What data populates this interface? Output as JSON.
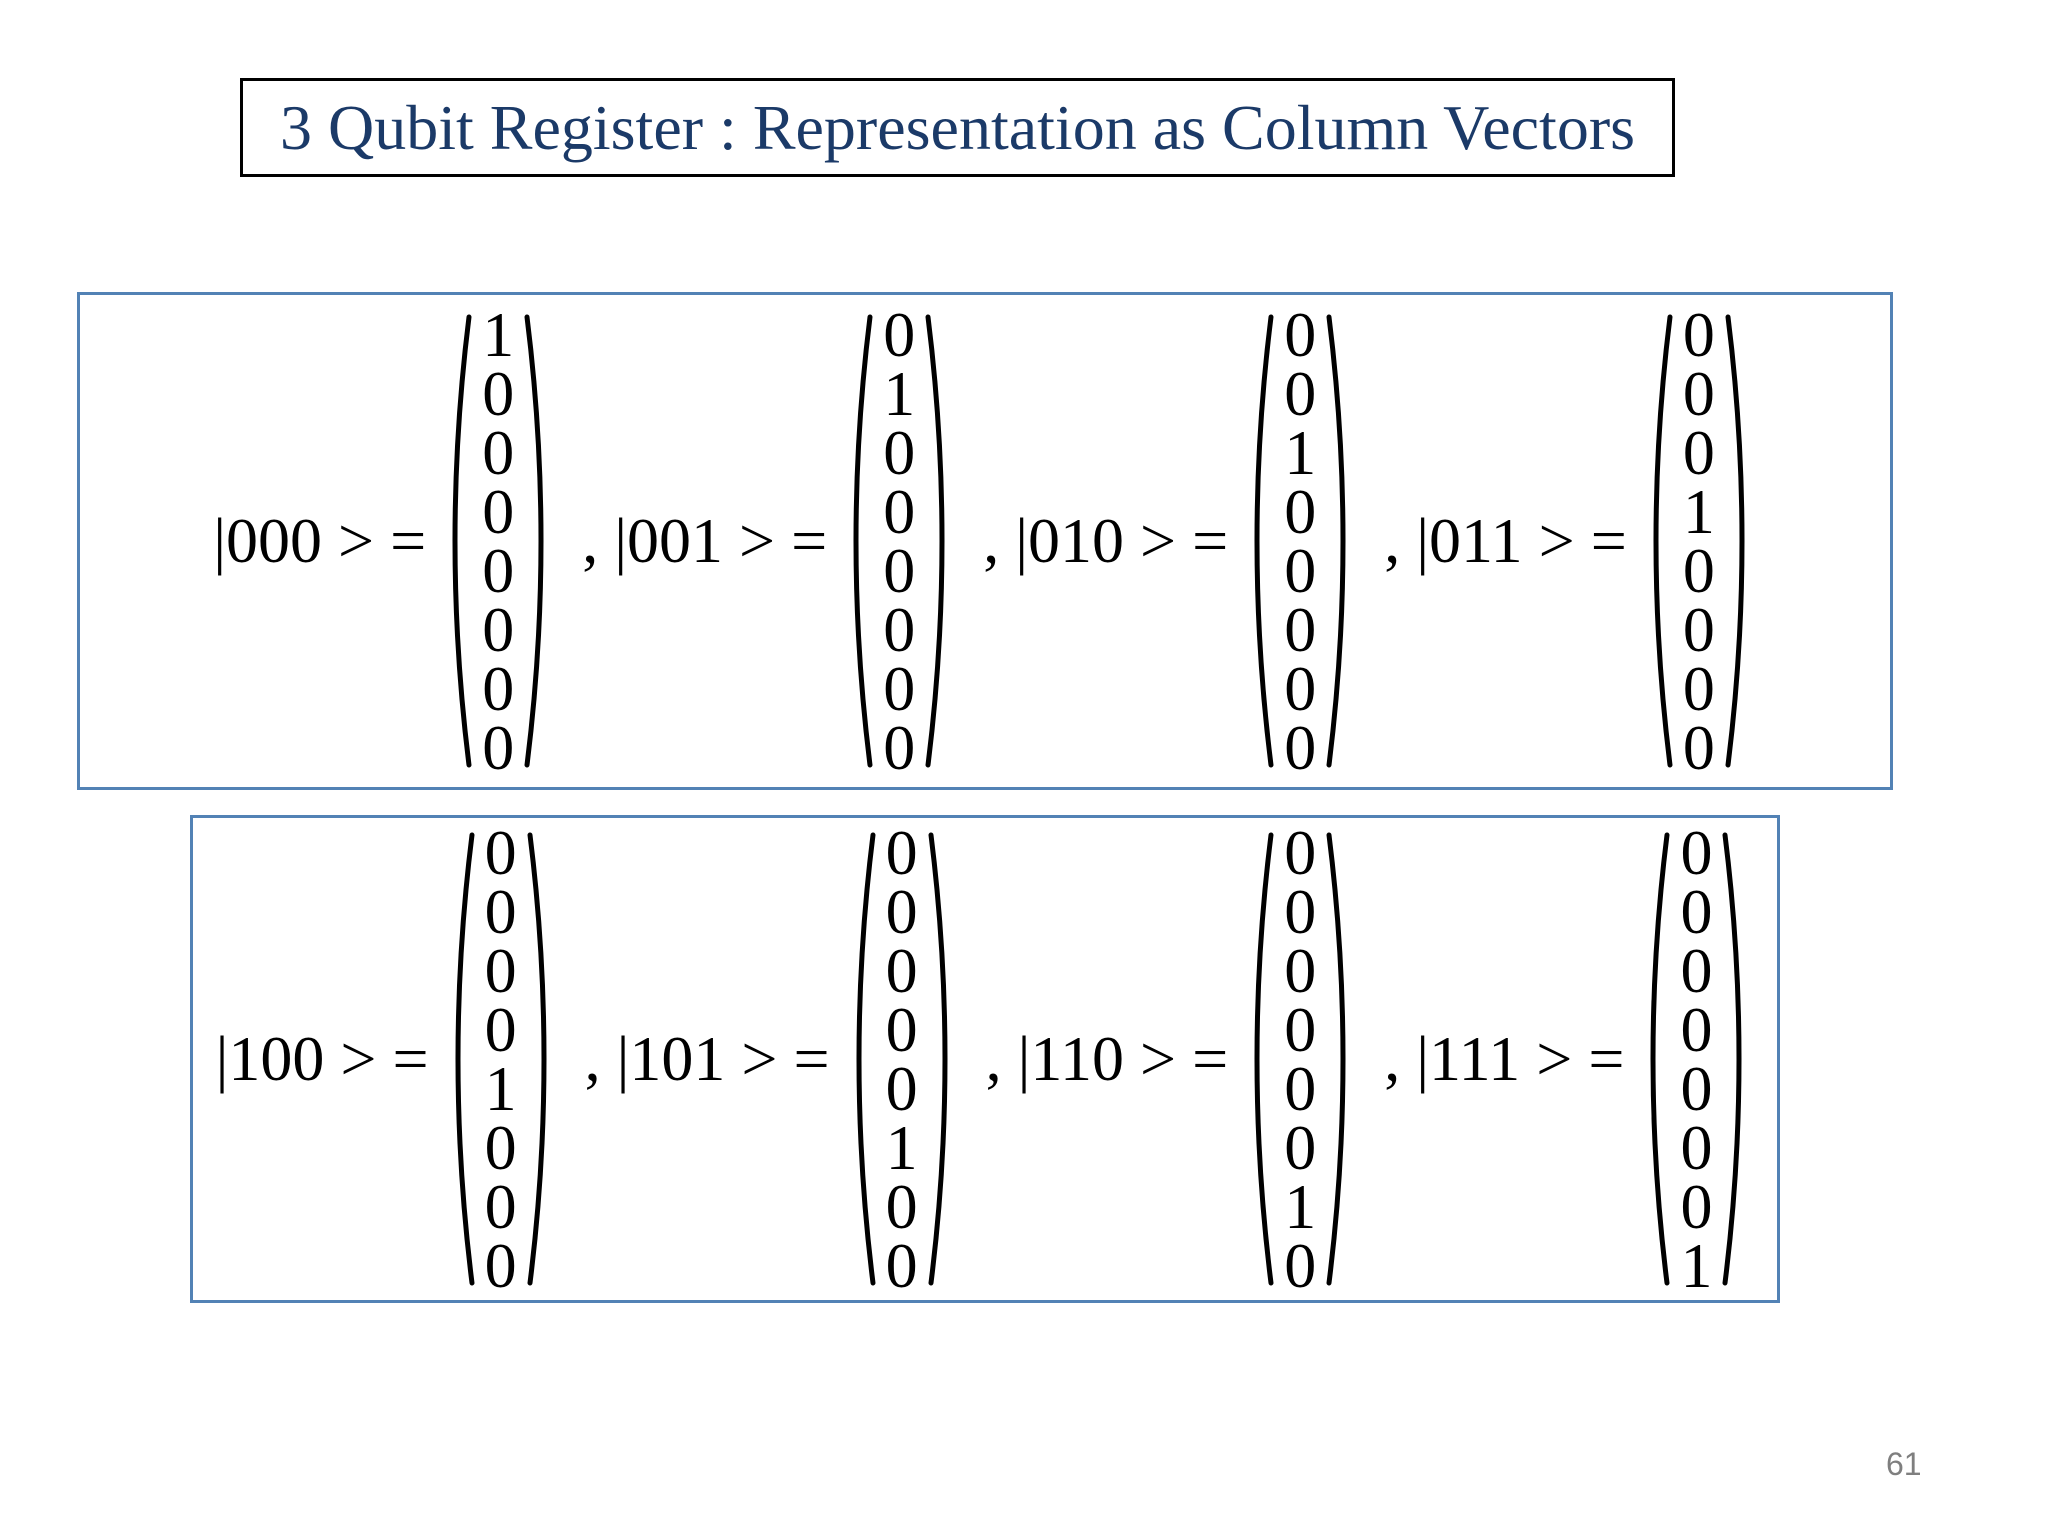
{
  "slide": {
    "page_number": "61"
  },
  "title": {
    "text": "3 Qubit Register : Representation as Column Vectors"
  },
  "box1": {
    "equations": [
      {
        "label": "|000 > =",
        "vector": [
          "1",
          "0",
          "0",
          "0",
          "0",
          "0",
          "0",
          "0"
        ]
      },
      {
        "label": ", |001 > =",
        "vector": [
          "0",
          "1",
          "0",
          "0",
          "0",
          "0",
          "0",
          "0"
        ]
      },
      {
        "label": ", |010 > =",
        "vector": [
          "0",
          "0",
          "1",
          "0",
          "0",
          "0",
          "0",
          "0"
        ]
      },
      {
        "label": ", |011 > =",
        "vector": [
          "0",
          "0",
          "0",
          "1",
          "0",
          "0",
          "0",
          "0"
        ]
      }
    ]
  },
  "box2": {
    "equations": [
      {
        "label": "|100 > =",
        "vector": [
          "0",
          "0",
          "0",
          "0",
          "1",
          "0",
          "0",
          "0"
        ]
      },
      {
        "label": ", |101 > =",
        "vector": [
          "0",
          "0",
          "0",
          "0",
          "0",
          "1",
          "0",
          "0"
        ]
      },
      {
        "label": ", |110 > =",
        "vector": [
          "0",
          "0",
          "0",
          "0",
          "0",
          "0",
          "1",
          "0"
        ]
      },
      {
        "label": ", |111 > =",
        "vector": [
          "0",
          "0",
          "0",
          "0",
          "0",
          "0",
          "0",
          "1"
        ]
      }
    ]
  },
  "colors": {
    "title_text": "#1b3a68",
    "title_border": "#000000",
    "content_box_border": "#5282b5",
    "math_text": "#000000",
    "page_number": "#7f7f7f",
    "background": "#ffffff"
  }
}
